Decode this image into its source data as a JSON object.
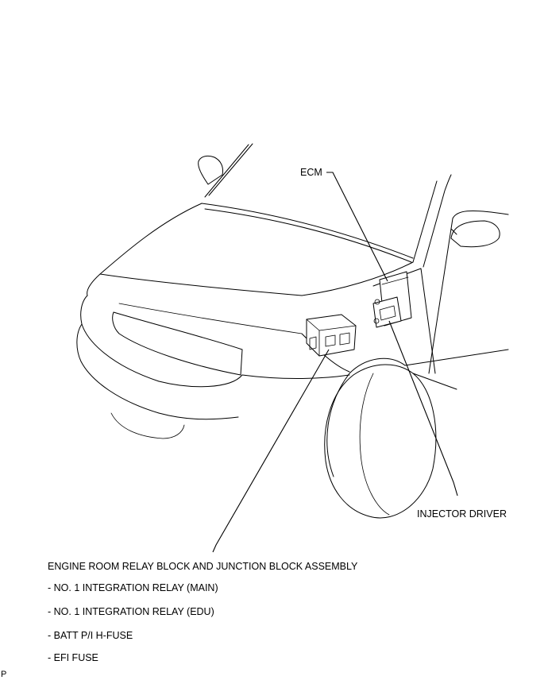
{
  "labels": {
    "ecm": "ECM",
    "injector_driver": "INJECTOR DRIVER",
    "relay_block": "ENGINE ROOM RELAY BLOCK AND JUNCTION BLOCK ASSEMBLY",
    "relay_items": [
      "- NO. 1 INTEGRATION RELAY (MAIN)",
      "- NO. 1 INTEGRATION RELAY (EDU)",
      "- BATT P/I H-FUSE",
      "- EFI FUSE"
    ],
    "corner_mark": "P"
  }
}
